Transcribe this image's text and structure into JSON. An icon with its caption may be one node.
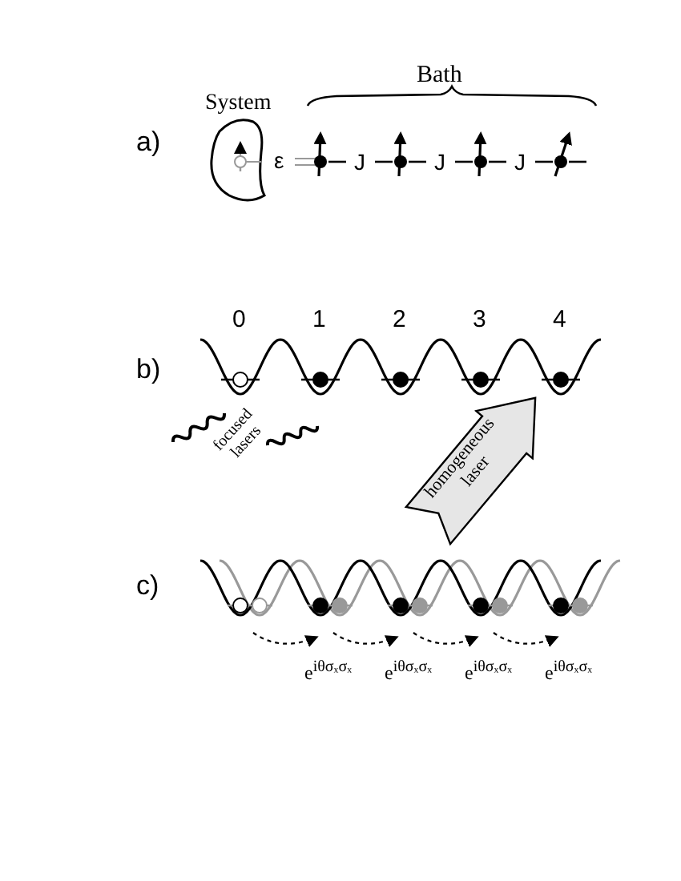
{
  "diagram": {
    "nodes": [
      {
        "text": [
          "System"
        ]
      },
      {
        "text": [
          "homogeneous laser"
        ]
      }
    ],
    "labels": [
      "a)",
      "Bath",
      "ε",
      "J",
      "J",
      "J",
      "b)",
      "0",
      "1",
      "2",
      "3",
      "4",
      "focused lasers",
      "c)",
      "e$^{iθσₓσₓ}$",
      "e$^{iθσₓσₓ}$",
      "e$^{iθσₓσₓ}$",
      "e$^{iθσₓσₓ}$"
    ]
  }
}
